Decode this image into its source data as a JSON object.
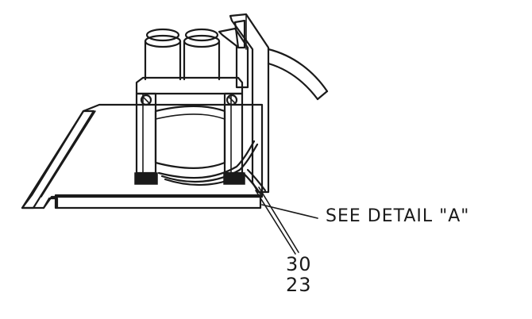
{
  "callouts": {
    "detail_label": "SEE DETAIL \"A\"",
    "ref_numbers": [
      "30",
      "23"
    ]
  },
  "colors": {
    "ink": "#1a1a1a",
    "paper": "#ffffff"
  }
}
